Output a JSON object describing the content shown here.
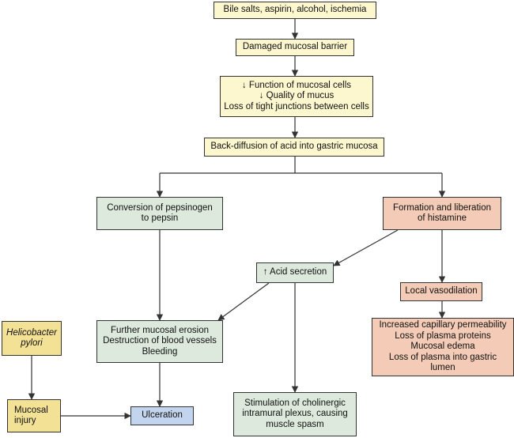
{
  "colors": {
    "yellow": "#fdf7cf",
    "green": "#dce9dc",
    "salmon": "#f3cbb6",
    "gold": "#f3e196",
    "blue": "#c3d5ee",
    "line": "#333333"
  },
  "nodes": {
    "causes": {
      "lines": [
        "Bile salts, aspirin, alcohol, ischemia"
      ]
    },
    "damaged_barrier": {
      "lines": [
        "Damaged mucosal barrier"
      ]
    },
    "mucosal_changes": {
      "lines": [
        "↓ Function of mucosal cells",
        "↓ Quality of mucus",
        "Loss of tight junctions between cells"
      ]
    },
    "back_diffusion": {
      "lines": [
        "Back-diffusion of acid into gastric mucosa"
      ]
    },
    "pepsin": {
      "lines": [
        "Conversion of pepsinogen",
        "to pepsin"
      ]
    },
    "histamine": {
      "lines": [
        "Formation and liberation",
        "of histamine"
      ]
    },
    "acid_secretion": {
      "lines": [
        "↑ Acid secretion"
      ]
    },
    "vasodilation": {
      "lines": [
        "Local vasodilation"
      ]
    },
    "erosion": {
      "lines": [
        "Further mucosal erosion",
        "Destruction of blood vessels",
        "Bleeding"
      ]
    },
    "permeability": {
      "lines": [
        "Increased capillary permeability",
        "Loss of plasma proteins",
        "Mucosal edema",
        "Loss of plasma into gastric lumen"
      ]
    },
    "h_pylori": {
      "lines": [
        "Helicobacter",
        "pylori"
      ]
    },
    "mucosal_injury": {
      "lines": [
        "Mucosal",
        "injury"
      ]
    },
    "ulceration": {
      "lines": [
        "Ulceration"
      ]
    },
    "spasm": {
      "lines": [
        "Stimulation of cholinergic",
        "intramural plexus, causing",
        "muscle spasm"
      ]
    }
  }
}
